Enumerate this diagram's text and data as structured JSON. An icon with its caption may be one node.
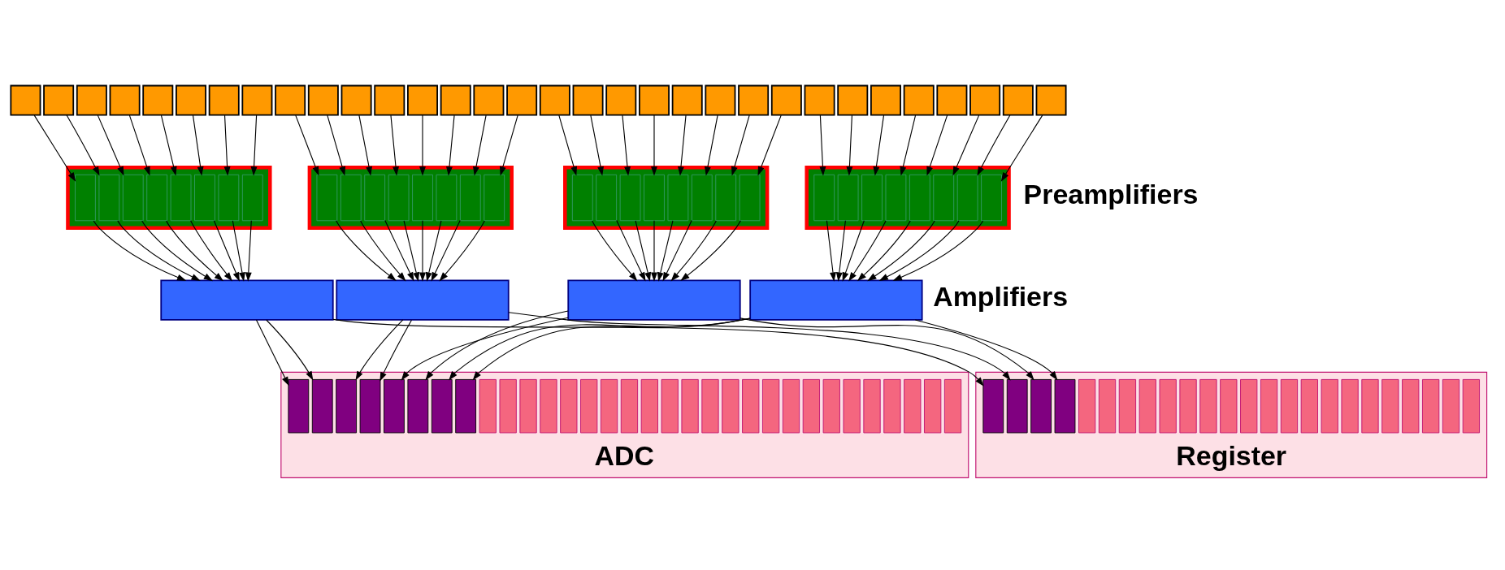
{
  "diagram": {
    "nodes": [
      {
        "text": [],
        "shape": "box"
      },
      {
        "text": [],
        "shape": "box"
      },
      {
        "text": [],
        "shape": "box"
      },
      {
        "text": [],
        "shape": "box"
      },
      {
        "text": [],
        "shape": "box"
      },
      {
        "text": [],
        "shape": "box"
      },
      {
        "text": [],
        "shape": "box"
      },
      {
        "text": [],
        "shape": "box"
      },
      {
        "text": [],
        "shape": "box"
      },
      {
        "text": [],
        "shape": "box"
      },
      {
        "text": [],
        "shape": "box"
      },
      {
        "text": [],
        "shape": "box"
      },
      {
        "text": [],
        "shape": "box"
      },
      {
        "text": [],
        "shape": "box"
      },
      {
        "text": [],
        "shape": "box"
      },
      {
        "text": [],
        "shape": "box"
      },
      {
        "text": [],
        "shape": "box"
      },
      {
        "text": [],
        "shape": "box"
      },
      {
        "text": [],
        "shape": "box"
      },
      {
        "text": [],
        "shape": "box"
      },
      {
        "text": [],
        "shape": "box"
      },
      {
        "text": [],
        "shape": "box"
      },
      {
        "text": [],
        "shape": "box"
      },
      {
        "text": [],
        "shape": "box"
      },
      {
        "text": [],
        "shape": "box"
      },
      {
        "text": [],
        "shape": "box"
      },
      {
        "text": [],
        "shape": "box"
      },
      {
        "text": [],
        "shape": "box"
      },
      {
        "text": [],
        "shape": "box"
      },
      {
        "text": [],
        "shape": "box"
      },
      {
        "text": [],
        "shape": "box"
      },
      {
        "text": [],
        "shape": "box"
      },
      {
        "text": [],
        "shape": "box"
      },
      {
        "text": [],
        "shape": "bar",
        "in": 32
      },
      {
        "text": [],
        "shape": "bar",
        "in": 32
      },
      {
        "text": [],
        "shape": "bar",
        "in": 32
      },
      {
        "text": [],
        "shape": "bar",
        "in": 32
      },
      {
        "text": [],
        "shape": "bar",
        "in": 32
      },
      {
        "text": [],
        "shape": "bar",
        "in": 32
      },
      {
        "text": [],
        "shape": "bar",
        "in": 32
      },
      {
        "text": [],
        "shape": "bar",
        "in": 32
      },
      {
        "text": [],
        "shape": "box"
      },
      {
        "text": [],
        "shape": "bar",
        "in": 41
      },
      {
        "text": [],
        "shape": "bar",
        "in": 41
      },
      {
        "text": [],
        "shape": "bar",
        "in": 41
      },
      {
        "text": [],
        "shape": "bar",
        "in": 41
      },
      {
        "text": [],
        "shape": "bar",
        "in": 41
      },
      {
        "text": [],
        "shape": "bar",
        "in": 41
      },
      {
        "text": [],
        "shape": "bar",
        "in": 41
      },
      {
        "text": [],
        "shape": "bar",
        "in": 41
      },
      {
        "text": [],
        "shape": "box"
      },
      {
        "text": [],
        "shape": "bar",
        "in": 50
      },
      {
        "text": [],
        "shape": "bar",
        "in": 50
      },
      {
        "text": [],
        "shape": "bar",
        "in": 50
      },
      {
        "text": [],
        "shape": "bar",
        "in": 50
      },
      {
        "text": [],
        "shape": "bar",
        "in": 50
      },
      {
        "text": [],
        "shape": "bar",
        "in": 50
      },
      {
        "text": [],
        "shape": "bar",
        "in": 50
      },
      {
        "text": [],
        "shape": "bar",
        "in": 50
      },
      {
        "text": [],
        "shape": "box"
      },
      {
        "text": [],
        "shape": "bar",
        "in": 59
      },
      {
        "text": [],
        "shape": "bar",
        "in": 59
      },
      {
        "text": [],
        "shape": "bar",
        "in": 59
      },
      {
        "text": [],
        "shape": "bar",
        "in": 59
      },
      {
        "text": [],
        "shape": "bar",
        "in": 59
      },
      {
        "text": [],
        "shape": "bar",
        "in": 59
      },
      {
        "text": [],
        "shape": "bar",
        "in": 59
      },
      {
        "text": [],
        "shape": "bar",
        "in": 59
      },
      {
        "text": [],
        "shape": "box"
      },
      {
        "text": [],
        "shape": "box"
      },
      {
        "text": [],
        "shape": "box"
      },
      {
        "text": [],
        "shape": "box"
      },
      {
        "text": [
          "ADC"
        ]
      },
      {
        "text": [],
        "shape": "bar",
        "in": 72
      },
      {
        "text": [],
        "shape": "bar",
        "in": 72
      },
      {
        "text": [],
        "shape": "bar",
        "in": 72
      },
      {
        "text": [],
        "shape": "bar",
        "in": 72
      },
      {
        "text": [],
        "shape": "bar",
        "in": 72
      },
      {
        "text": [],
        "shape": "bar",
        "in": 72
      },
      {
        "text": [],
        "shape": "bar",
        "in": 72
      },
      {
        "text": [],
        "shape": "bar",
        "in": 72
      },
      {
        "text": [],
        "shape": "bar",
        "in": 72
      },
      {
        "text": [],
        "shape": "bar",
        "in": 72
      },
      {
        "text": [],
        "shape": "bar",
        "in": 72
      },
      {
        "text": [],
        "shape": "bar",
        "in": 72
      },
      {
        "text": [],
        "shape": "bar",
        "in": 72
      },
      {
        "text": [],
        "shape": "bar",
        "in": 72
      },
      {
        "text": [],
        "shape": "bar",
        "in": 72
      },
      {
        "text": [],
        "shape": "bar",
        "in": 72
      },
      {
        "text": [],
        "shape": "bar",
        "in": 72
      },
      {
        "text": [],
        "shape": "bar",
        "in": 72
      },
      {
        "text": [],
        "shape": "bar",
        "in": 72
      },
      {
        "text": [],
        "shape": "bar",
        "in": 72
      },
      {
        "text": [],
        "shape": "bar",
        "in": 72
      },
      {
        "text": [],
        "shape": "bar",
        "in": 72
      },
      {
        "text": [],
        "shape": "bar",
        "in": 72
      },
      {
        "text": [],
        "shape": "bar",
        "in": 72
      },
      {
        "text": [],
        "shape": "bar",
        "in": 72
      },
      {
        "text": [],
        "shape": "bar",
        "in": 72
      },
      {
        "text": [],
        "shape": "bar",
        "in": 72
      },
      {
        "text": [],
        "shape": "bar",
        "in": 72
      },
      {
        "text": [],
        "shape": "bar",
        "in": 72
      },
      {
        "text": [],
        "shape": "bar",
        "in": 72
      },
      {
        "text": [],
        "shape": "bar",
        "in": 72
      },
      {
        "text": [],
        "shape": "bar",
        "in": 72
      },
      {
        "text": [
          "Register"
        ]
      },
      {
        "text": [],
        "shape": "bar",
        "in": 105
      },
      {
        "text": [],
        "shape": "bar",
        "in": 105
      },
      {
        "text": [],
        "shape": "bar",
        "in": 105
      },
      {
        "text": [],
        "shape": "bar",
        "in": 105
      },
      {
        "text": [],
        "shape": "bar",
        "in": 105
      },
      {
        "text": [],
        "shape": "bar",
        "in": 105
      },
      {
        "text": [],
        "shape": "bar",
        "in": 105
      },
      {
        "text": [],
        "shape": "bar",
        "in": 105
      },
      {
        "text": [],
        "shape": "bar",
        "in": 105
      },
      {
        "text": [],
        "shape": "bar",
        "in": 105
      },
      {
        "text": [],
        "shape": "bar",
        "in": 105
      },
      {
        "text": [],
        "shape": "bar",
        "in": 105
      },
      {
        "text": [],
        "shape": "bar",
        "in": 105
      },
      {
        "text": [],
        "shape": "bar",
        "in": 105
      },
      {
        "text": [],
        "shape": "bar",
        "in": 105
      },
      {
        "text": [],
        "shape": "bar",
        "in": 105
      },
      {
        "text": [],
        "shape": "bar",
        "in": 105
      },
      {
        "text": [],
        "shape": "bar",
        "in": 105
      },
      {
        "text": [],
        "shape": "bar",
        "in": 105
      },
      {
        "text": [],
        "shape": "bar",
        "in": 105
      },
      {
        "text": [],
        "shape": "bar",
        "in": 105
      },
      {
        "text": [],
        "shape": "bar",
        "in": 105
      },
      {
        "text": [],
        "shape": "bar",
        "in": 105
      },
      {
        "text": [],
        "shape": "bar",
        "in": 105
      }
    ],
    "edges": [
      {
        "from": 0,
        "to": 33,
        "arrow": "to"
      },
      {
        "from": 1,
        "to": 34,
        "arrow": "to"
      },
      {
        "from": 2,
        "to": 35,
        "arrow": "to"
      },
      {
        "from": 3,
        "to": 36,
        "arrow": "to"
      },
      {
        "from": 4,
        "to": 37,
        "arrow": "to"
      },
      {
        "from": 5,
        "to": 38,
        "arrow": "to"
      },
      {
        "from": 6,
        "to": 39,
        "arrow": "to"
      },
      {
        "from": 7,
        "to": 40,
        "arrow": "to"
      },
      {
        "from": 8,
        "to": 42,
        "arrow": "to"
      },
      {
        "from": 9,
        "to": 43,
        "arrow": "to"
      },
      {
        "from": 10,
        "to": 44,
        "arrow": "to"
      },
      {
        "from": 11,
        "to": 45,
        "arrow": "to"
      },
      {
        "from": 12,
        "to": 46,
        "arrow": "to"
      },
      {
        "from": 13,
        "to": 47,
        "arrow": "to"
      },
      {
        "from": 14,
        "to": 48,
        "arrow": "to"
      },
      {
        "from": 15,
        "to": 49,
        "arrow": "to"
      },
      {
        "from": 16,
        "to": 51,
        "arrow": "to"
      },
      {
        "from": 17,
        "to": 52,
        "arrow": "to"
      },
      {
        "from": 18,
        "to": 53,
        "arrow": "to"
      },
      {
        "from": 19,
        "to": 54,
        "arrow": "to"
      },
      {
        "from": 20,
        "to": 55,
        "arrow": "to"
      },
      {
        "from": 21,
        "to": 56,
        "arrow": "to"
      },
      {
        "from": 22,
        "to": 57,
        "arrow": "to"
      },
      {
        "from": 23,
        "to": 58,
        "arrow": "to"
      },
      {
        "from": 24,
        "to": 60,
        "arrow": "to"
      },
      {
        "from": 25,
        "to": 61,
        "arrow": "to"
      },
      {
        "from": 26,
        "to": 62,
        "arrow": "to"
      },
      {
        "from": 27,
        "to": 63,
        "arrow": "to"
      },
      {
        "from": 28,
        "to": 64,
        "arrow": "to"
      },
      {
        "from": 29,
        "to": 65,
        "arrow": "to"
      },
      {
        "from": 30,
        "to": 66,
        "arrow": "to"
      },
      {
        "from": 31,
        "to": 67,
        "arrow": "to"
      },
      {
        "from": 33,
        "to": 68,
        "arrow": "to"
      },
      {
        "from": 34,
        "to": 68,
        "arrow": "to"
      },
      {
        "from": 35,
        "to": 68,
        "arrow": "to"
      },
      {
        "from": 36,
        "to": 68,
        "arrow": "to"
      },
      {
        "from": 37,
        "to": 68,
        "arrow": "to"
      },
      {
        "from": 38,
        "to": 68,
        "arrow": "to"
      },
      {
        "from": 39,
        "to": 68,
        "arrow": "to"
      },
      {
        "from": 40,
        "to": 68,
        "arrow": "to"
      },
      {
        "from": 42,
        "to": 69,
        "arrow": "to"
      },
      {
        "from": 43,
        "to": 69,
        "arrow": "to"
      },
      {
        "from": 44,
        "to": 69,
        "arrow": "to"
      },
      {
        "from": 45,
        "to": 69,
        "arrow": "to"
      },
      {
        "from": 46,
        "to": 69,
        "arrow": "to"
      },
      {
        "from": 47,
        "to": 69,
        "arrow": "to"
      },
      {
        "from": 48,
        "to": 69,
        "arrow": "to"
      },
      {
        "from": 49,
        "to": 69,
        "arrow": "to"
      },
      {
        "from": 51,
        "to": 70,
        "arrow": "to"
      },
      {
        "from": 52,
        "to": 70,
        "arrow": "to"
      },
      {
        "from": 53,
        "to": 70,
        "arrow": "to"
      },
      {
        "from": 54,
        "to": 70,
        "arrow": "to"
      },
      {
        "from": 55,
        "to": 70,
        "arrow": "to"
      },
      {
        "from": 56,
        "to": 70,
        "arrow": "to"
      },
      {
        "from": 57,
        "to": 70,
        "arrow": "to"
      },
      {
        "from": 58,
        "to": 70,
        "arrow": "to"
      },
      {
        "from": 60,
        "to": 71,
        "arrow": "to"
      },
      {
        "from": 61,
        "to": 71,
        "arrow": "to"
      },
      {
        "from": 62,
        "to": 71,
        "arrow": "to"
      },
      {
        "from": 63,
        "to": 71,
        "arrow": "to"
      },
      {
        "from": 64,
        "to": 71,
        "arrow": "to"
      },
      {
        "from": 65,
        "to": 71,
        "arrow": "to"
      },
      {
        "from": 66,
        "to": 71,
        "arrow": "to"
      },
      {
        "from": 67,
        "to": 71,
        "arrow": "to"
      },
      {
        "from": 68,
        "to": 73,
        "arrow": "to"
      },
      {
        "from": 68,
        "to": 74,
        "arrow": "to"
      },
      {
        "from": 68,
        "to": 106,
        "arrow": "to"
      },
      {
        "from": 69,
        "to": 75,
        "arrow": "to"
      },
      {
        "from": 69,
        "to": 76,
        "arrow": "to"
      },
      {
        "from": 69,
        "to": 107,
        "arrow": "to"
      },
      {
        "from": 70,
        "to": 77,
        "arrow": "to"
      },
      {
        "from": 70,
        "to": 78,
        "arrow": "to"
      },
      {
        "from": 70,
        "to": 108,
        "arrow": "to"
      },
      {
        "from": 71,
        "to": 79,
        "arrow": "to"
      },
      {
        "from": 71,
        "to": 80,
        "arrow": "to"
      },
      {
        "from": 71,
        "to": 109,
        "arrow": "to"
      }
    ],
    "labels": [
      "Preamplifiers",
      "Amplifiers"
    ]
  }
}
